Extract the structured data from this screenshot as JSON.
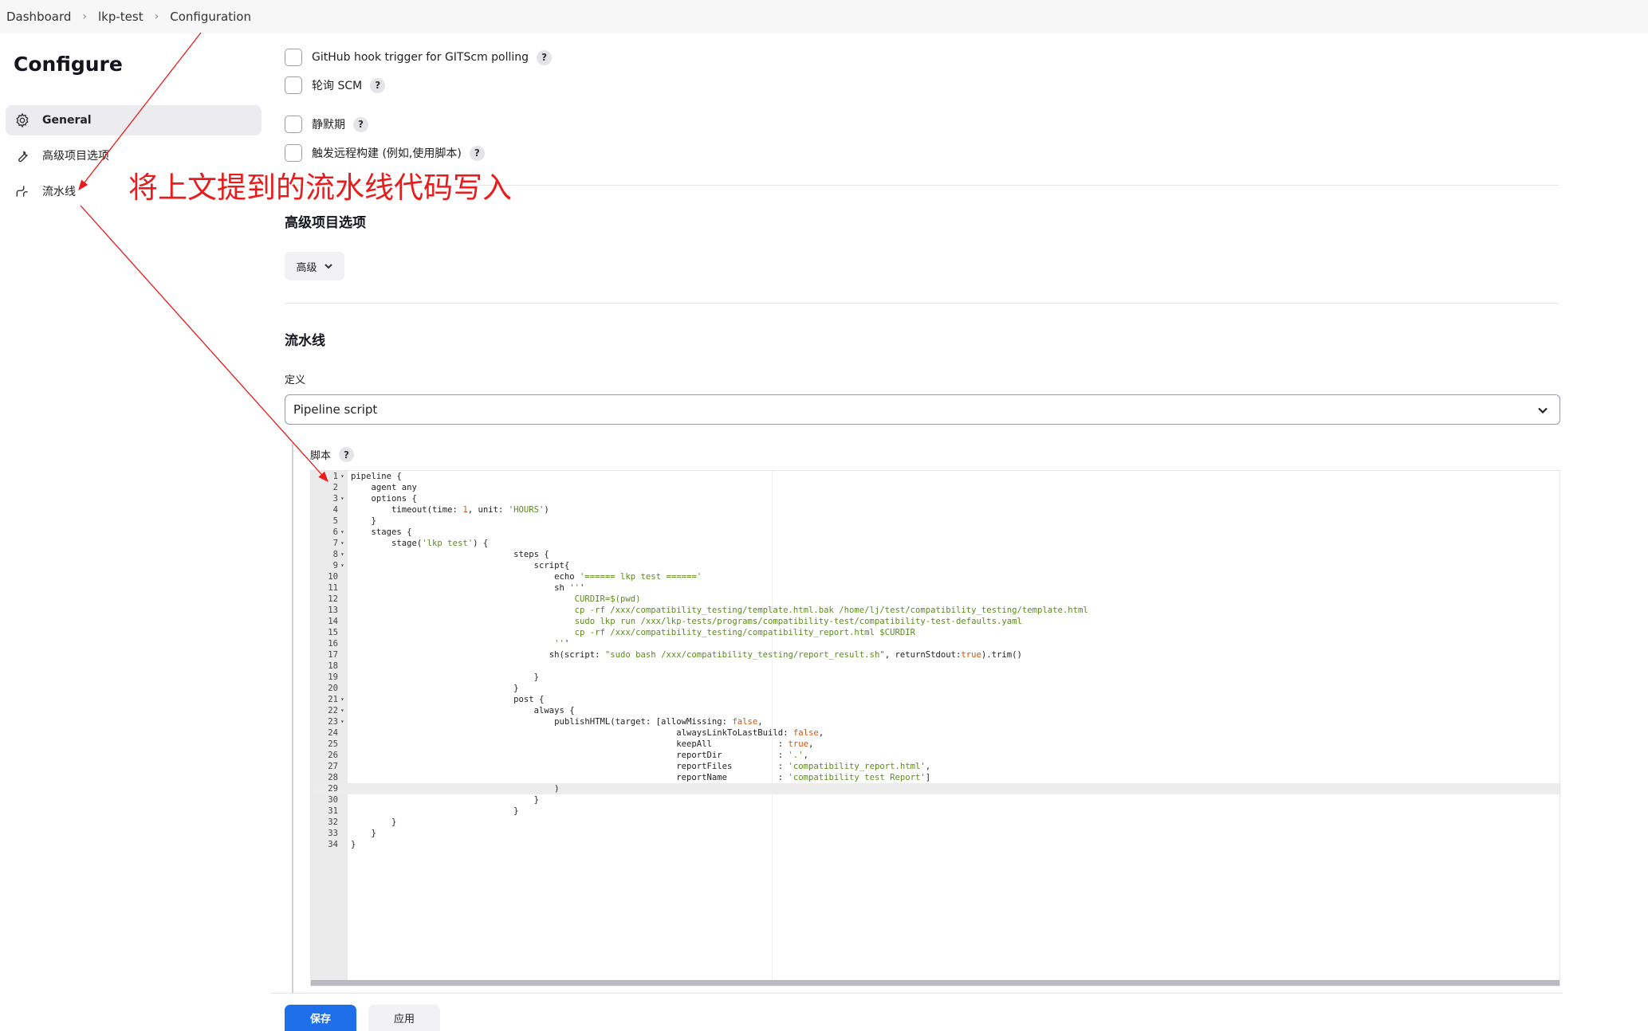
{
  "breadcrumb": [
    "Dashboard",
    "lkp-test",
    "Configuration"
  ],
  "sidebar": {
    "title": "Configure",
    "items": [
      {
        "label": "General",
        "icon": "gear-icon",
        "active": true
      },
      {
        "label": "高级项目选项",
        "icon": "wrench-icon",
        "active": false
      },
      {
        "label": "流水线",
        "icon": "pipeline-icon",
        "active": false
      }
    ]
  },
  "triggers": [
    {
      "label": "GitHub hook trigger for GITScm polling",
      "checked": false
    },
    {
      "label": "轮询 SCM",
      "checked": false
    },
    {
      "label": "静默期",
      "checked": false
    },
    {
      "label": "触发远程构建 (例如,使用脚本)",
      "checked": false
    }
  ],
  "help_glyph": "?",
  "advanced_section": {
    "title": "高级项目选项",
    "button_label": "高级"
  },
  "pipeline_section": {
    "title": "流水线",
    "definition_label": "定义",
    "definition_value": "Pipeline script",
    "script_label": "脚本"
  },
  "editor": {
    "active_line": 29,
    "fold_lines": [
      1,
      3,
      6,
      7,
      8,
      9,
      21,
      22,
      23
    ],
    "lines": [
      "pipeline {",
      "    agent any",
      "    options {",
      "        timeout(time: 1, unit: 'HOURS')",
      "    }",
      "    stages {",
      "        stage('lkp test') {",
      "                                steps {",
      "                                    script{",
      "                                        echo '====== lkp test ======'",
      "                                        sh '''",
      "                                            CURDIR=$(pwd)",
      "                                            cp -rf /xxx/compatibility_testing/template.html.bak /home/lj/test/compatibility_testing/template.html",
      "                                            sudo lkp run /xxx/lkp-tests/programs/compatibility-test/compatibility-test-defaults.yaml",
      "                                            cp -rf /xxx/compatibility_testing/compatibility_report.html $CURDIR",
      "                                        '''",
      "                                       sh(script: \"sudo bash /xxx/compatibility_testing/report_result.sh\", returnStdout:true).trim()",
      "",
      "                                    }",
      "                                }",
      "                                post {",
      "                                    always {",
      "                                        publishHTML(target: [allowMissing: false,",
      "                                                                alwaysLinkToLastBuild: false,",
      "                                                                keepAll             : true,",
      "                                                                reportDir           : '.',",
      "                                                                reportFiles         : 'compatibility_report.html',",
      "                                                                reportName          : 'compatibility test Report']",
      "                                        )",
      "                                    }",
      "                                }",
      "        }",
      "    }",
      "}"
    ]
  },
  "buttons": {
    "save": "保存",
    "apply": "应用"
  },
  "annotation": {
    "text": "将上文提到的流水线代码写入",
    "color": "#e81c1c"
  },
  "colors": {
    "primary": "#1f6feb",
    "string": "#5c8c1c",
    "keyword": "#d8550d"
  }
}
